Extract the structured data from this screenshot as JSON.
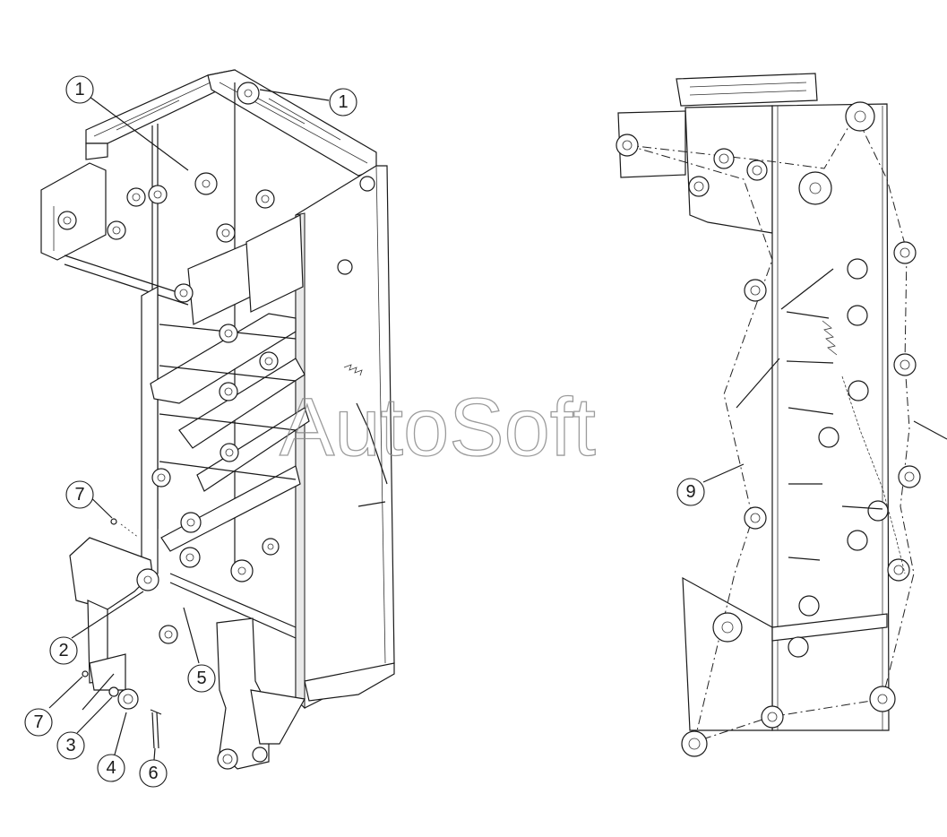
{
  "watermark": "AutoSoft",
  "callouts": {
    "c1a": "1",
    "c1b": "1",
    "c2": "2",
    "c3": "3",
    "c4": "4",
    "c5": "5",
    "c6": "6",
    "c7a": "7",
    "c7b": "7",
    "c9": "9"
  }
}
